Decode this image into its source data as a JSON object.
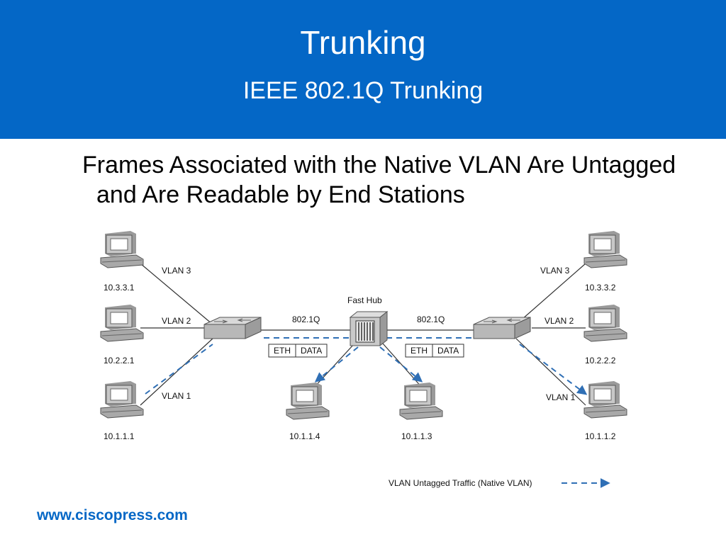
{
  "header": {
    "title": "Trunking",
    "subtitle": "IEEE 802.1Q Trunking"
  },
  "heading": "Frames Associated with the Native VLAN Are Untagged and Are Readable by End Stations",
  "diagram": {
    "hub_label": "Fast Hub",
    "trunk_labels": [
      "802.1Q",
      "802.1Q"
    ],
    "frame_fields": [
      "ETH",
      "DATA"
    ],
    "vlan_labels_left": [
      "VLAN 3",
      "VLAN 2",
      "VLAN 1"
    ],
    "vlan_labels_right": [
      "VLAN 3",
      "VLAN 2",
      "VLAN 1"
    ],
    "hosts": {
      "left_top": "10.3.3.1",
      "left_mid": "10.2.2.1",
      "left_bottom": "10.1.1.1",
      "right_top": "10.3.3.2",
      "right_mid": "10.2.2.2",
      "right_bottom": "10.1.1.2",
      "hub_left": "10.1.1.4",
      "hub_right": "10.1.1.3"
    },
    "legend": "VLAN Untagged Traffic (Native VLAN)"
  },
  "footer": "www.ciscopress.com"
}
